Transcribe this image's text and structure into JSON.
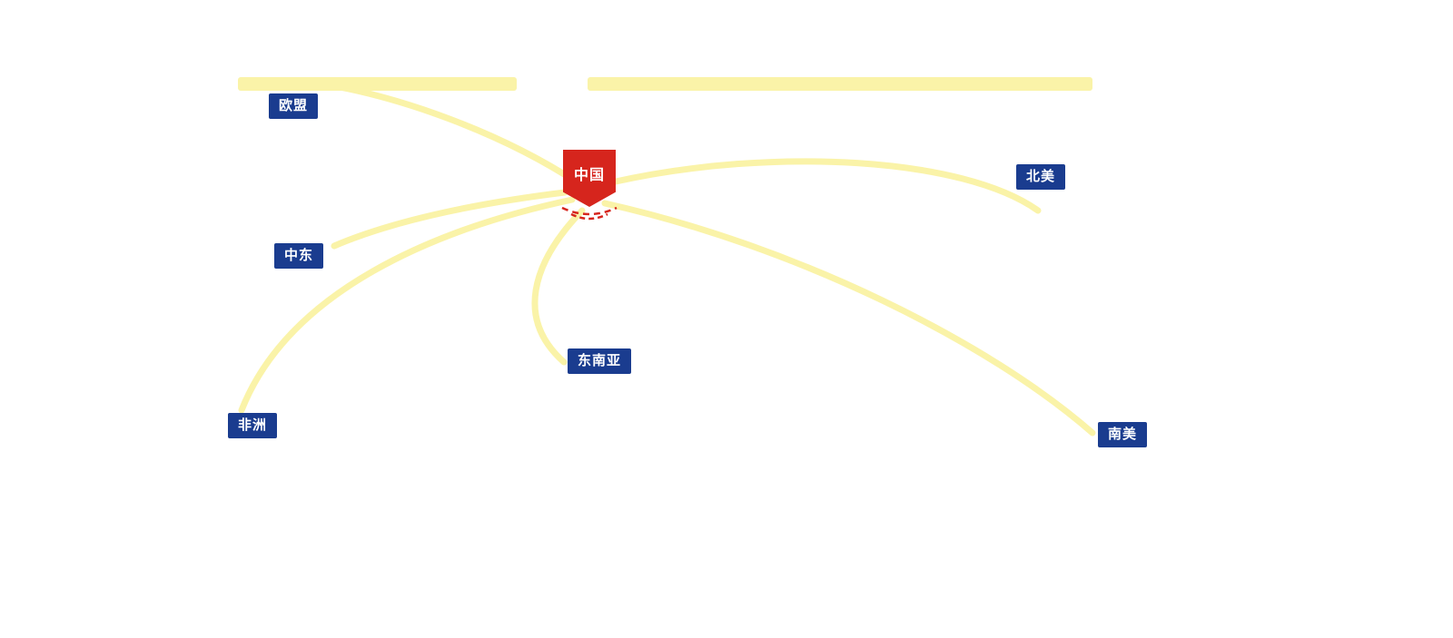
{
  "diagram": {
    "type": "radial-trade-map",
    "center": {
      "label": "中国"
    },
    "nodes": [
      {
        "id": "eu",
        "label": "欧盟"
      },
      {
        "id": "north-america",
        "label": "北美"
      },
      {
        "id": "middle-east",
        "label": "中东"
      },
      {
        "id": "southeast-asia",
        "label": "东南亚"
      },
      {
        "id": "africa",
        "label": "非洲"
      },
      {
        "id": "south-america",
        "label": "南美"
      }
    ],
    "colors": {
      "link": "#FAF3A8",
      "top_bar": "#FAF3A8",
      "node_bg": "#1A3C8F",
      "node_text": "#FFFFFF",
      "center_bg": "#D6251D",
      "center_text": "#FFFFFF",
      "ripple": "#D6251D",
      "background": "#FFFFFF"
    }
  }
}
